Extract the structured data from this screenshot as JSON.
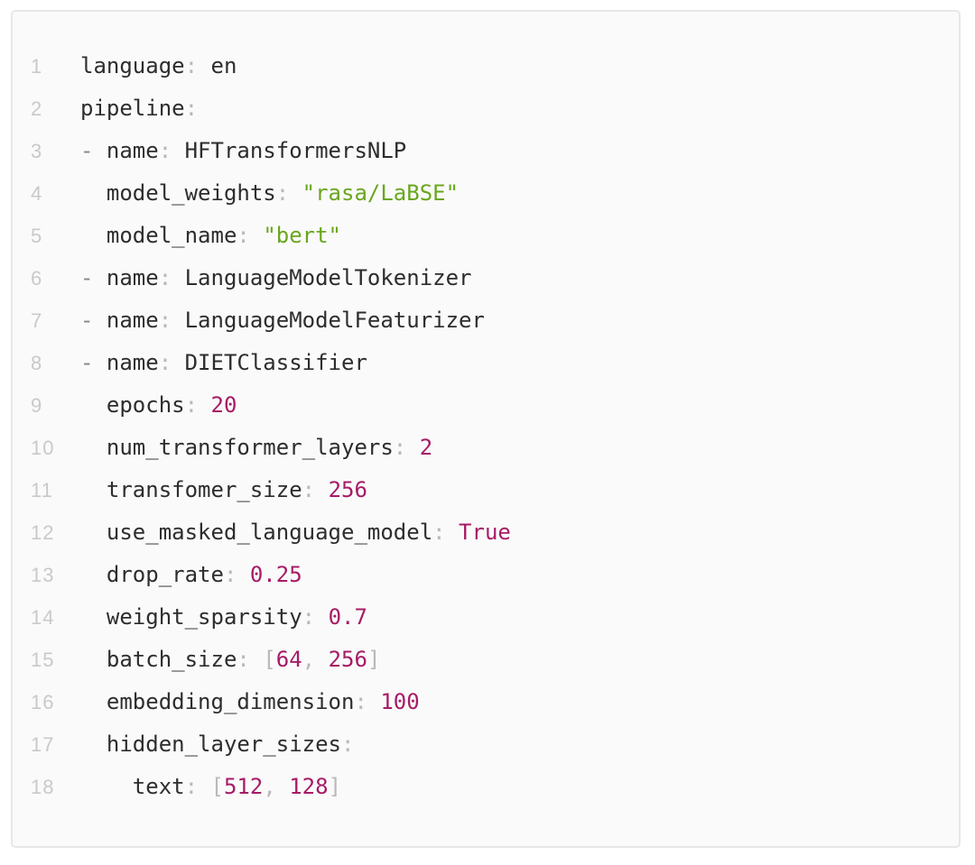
{
  "code_block": {
    "language": "yaml",
    "colors": {
      "page_bg": "#ffffff",
      "card_bg": "#fafafa",
      "card_border": "#e7e7e9",
      "line_number": "#c9c9cc",
      "key": "#2d2d2f",
      "punctuation": "#b9b9bb",
      "dash": "#85858a",
      "number": "#a61c66",
      "boolean": "#a61c66",
      "string": "#6aa61e"
    },
    "lines": [
      {
        "num": "1",
        "tokens": [
          [
            "key",
            "language"
          ],
          [
            "punct",
            ":"
          ],
          [
            "plain",
            " en"
          ]
        ]
      },
      {
        "num": "2",
        "tokens": [
          [
            "key",
            "pipeline"
          ],
          [
            "punct",
            ":"
          ]
        ]
      },
      {
        "num": "3",
        "tokens": [
          [
            "dash",
            "- "
          ],
          [
            "key",
            "name"
          ],
          [
            "punct",
            ":"
          ],
          [
            "plain",
            " HFTransformersNLP"
          ]
        ]
      },
      {
        "num": "4",
        "tokens": [
          [
            "plain",
            "  "
          ],
          [
            "key",
            "model_weights"
          ],
          [
            "punct",
            ":"
          ],
          [
            "plain",
            " "
          ],
          [
            "str",
            "\"rasa/LaBSE\""
          ]
        ]
      },
      {
        "num": "5",
        "tokens": [
          [
            "plain",
            "  "
          ],
          [
            "key",
            "model_name"
          ],
          [
            "punct",
            ":"
          ],
          [
            "plain",
            " "
          ],
          [
            "str",
            "\"bert\""
          ]
        ]
      },
      {
        "num": "6",
        "tokens": [
          [
            "dash",
            "- "
          ],
          [
            "key",
            "name"
          ],
          [
            "punct",
            ":"
          ],
          [
            "plain",
            " LanguageModelTokenizer"
          ]
        ]
      },
      {
        "num": "7",
        "tokens": [
          [
            "dash",
            "- "
          ],
          [
            "key",
            "name"
          ],
          [
            "punct",
            ":"
          ],
          [
            "plain",
            " LanguageModelFeaturizer"
          ]
        ]
      },
      {
        "num": "8",
        "tokens": [
          [
            "dash",
            "- "
          ],
          [
            "key",
            "name"
          ],
          [
            "punct",
            ":"
          ],
          [
            "plain",
            " DIETClassifier"
          ]
        ]
      },
      {
        "num": "9",
        "tokens": [
          [
            "plain",
            "  "
          ],
          [
            "key",
            "epochs"
          ],
          [
            "punct",
            ":"
          ],
          [
            "plain",
            " "
          ],
          [
            "num",
            "20"
          ]
        ]
      },
      {
        "num": "10",
        "tokens": [
          [
            "plain",
            "  "
          ],
          [
            "key",
            "num_transformer_layers"
          ],
          [
            "punct",
            ":"
          ],
          [
            "plain",
            " "
          ],
          [
            "num",
            "2"
          ]
        ]
      },
      {
        "num": "11",
        "tokens": [
          [
            "plain",
            "  "
          ],
          [
            "key",
            "transfomer_size"
          ],
          [
            "punct",
            ":"
          ],
          [
            "plain",
            " "
          ],
          [
            "num",
            "256"
          ]
        ]
      },
      {
        "num": "12",
        "tokens": [
          [
            "plain",
            "  "
          ],
          [
            "key",
            "use_masked_language_model"
          ],
          [
            "punct",
            ":"
          ],
          [
            "plain",
            " "
          ],
          [
            "bool",
            "True"
          ]
        ]
      },
      {
        "num": "13",
        "tokens": [
          [
            "plain",
            "  "
          ],
          [
            "key",
            "drop_rate"
          ],
          [
            "punct",
            ":"
          ],
          [
            "plain",
            " "
          ],
          [
            "num",
            "0.25"
          ]
        ]
      },
      {
        "num": "14",
        "tokens": [
          [
            "plain",
            "  "
          ],
          [
            "key",
            "weight_sparsity"
          ],
          [
            "punct",
            ":"
          ],
          [
            "plain",
            " "
          ],
          [
            "num",
            "0.7"
          ]
        ]
      },
      {
        "num": "15",
        "tokens": [
          [
            "plain",
            "  "
          ],
          [
            "key",
            "batch_size"
          ],
          [
            "punct",
            ":"
          ],
          [
            "plain",
            " "
          ],
          [
            "punct",
            "["
          ],
          [
            "num",
            "64"
          ],
          [
            "punct",
            ","
          ],
          [
            "plain",
            " "
          ],
          [
            "num",
            "256"
          ],
          [
            "punct",
            "]"
          ]
        ]
      },
      {
        "num": "16",
        "tokens": [
          [
            "plain",
            "  "
          ],
          [
            "key",
            "embedding_dimension"
          ],
          [
            "punct",
            ":"
          ],
          [
            "plain",
            " "
          ],
          [
            "num",
            "100"
          ]
        ]
      },
      {
        "num": "17",
        "tokens": [
          [
            "plain",
            "  "
          ],
          [
            "key",
            "hidden_layer_sizes"
          ],
          [
            "punct",
            ":"
          ]
        ]
      },
      {
        "num": "18",
        "tokens": [
          [
            "plain",
            "    "
          ],
          [
            "key",
            "text"
          ],
          [
            "punct",
            ":"
          ],
          [
            "plain",
            " "
          ],
          [
            "punct",
            "["
          ],
          [
            "num",
            "512"
          ],
          [
            "punct",
            ","
          ],
          [
            "plain",
            " "
          ],
          [
            "num",
            "128"
          ],
          [
            "punct",
            "]"
          ]
        ]
      }
    ]
  }
}
